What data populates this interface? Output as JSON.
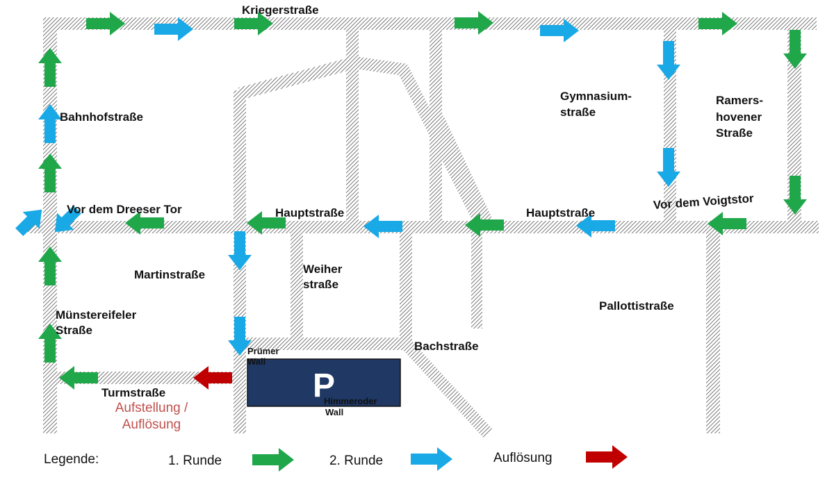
{
  "streets": {
    "kriegerstrasse": "Kriegerstraße",
    "bahnhofstrasse": "Bahnhofstraße",
    "gymnasium_line1": "Gymnasium-",
    "gymnasium_line2": "straße",
    "ramers_line1": "Ramers-",
    "ramers_line2": "hovener",
    "ramers_line3": "Straße",
    "vor_dem_dreeser_tor": "Vor dem Dreeser Tor",
    "hauptstrasse_left": "Hauptstraße",
    "hauptstrasse_right": "Hauptstraße",
    "vor_dem_voigtstor": "Vor dem Voigtstor",
    "martinstrasse": "Martinstraße",
    "weiher_line1": "Weiher",
    "weiher_line2": "straße",
    "pallottistrasse": "Pallottistraße",
    "muenstereifeler_line1": "Münstereifeler",
    "muenstereifeler_line2": "Straße",
    "bachstrasse": "Bachstraße",
    "pruemer_line1": "Prümer",
    "pruemer_line2": "Wall",
    "himmeroder_line1": "Himmeroder",
    "himmeroder_line2": "Wall",
    "turmstrasse": "Turmstraße",
    "aufstellung_line1": "Aufstellung /",
    "aufstellung_line2": "Auflösung"
  },
  "parking": {
    "label": "P",
    "color": "#1f3864"
  },
  "legend": {
    "title": "Legende:",
    "round1": "1. Runde",
    "round2": "2. Runde",
    "dissolution": "Auflösung"
  },
  "colors": {
    "round1": "#1fa74a",
    "round2": "#19a9e6",
    "dissolution": "#c00000",
    "route_text": "#c0504d"
  }
}
